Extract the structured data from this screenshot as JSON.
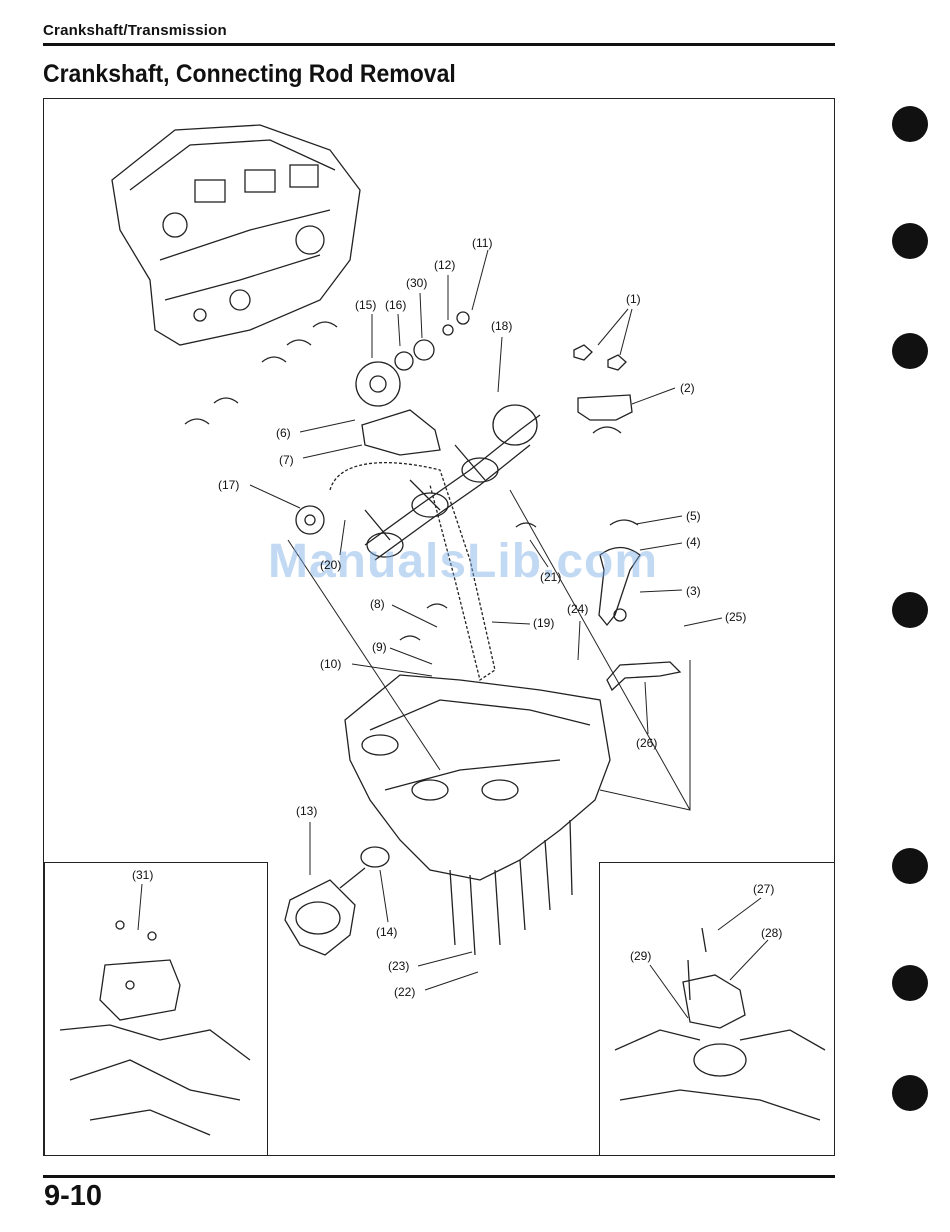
{
  "header": {
    "section": "Crankshaft/Transmission",
    "title": "Crankshaft, Connecting Rod Removal"
  },
  "footer": {
    "page_number": "9-10"
  },
  "watermark": "ManualsLib.com",
  "callouts": {
    "c1": "(1)",
    "c2": "(2)",
    "c3": "(3)",
    "c4": "(4)",
    "c5": "(5)",
    "c6": "(6)",
    "c7": "(7)",
    "c8": "(8)",
    "c9": "(9)",
    "c10": "(10)",
    "c11": "(11)",
    "c12": "(12)",
    "c13": "(13)",
    "c14": "(14)",
    "c15": "(15)",
    "c16": "(16)",
    "c17": "(17)",
    "c18": "(18)",
    "c19": "(19)",
    "c20": "(20)",
    "c21": "(21)",
    "c22": "(22)",
    "c23": "(23)",
    "c24": "(24)",
    "c25": "(25)",
    "c26": "(26)",
    "c27": "(27)",
    "c28": "(28)",
    "c29": "(29)",
    "c30": "(30)",
    "c31": "(31)"
  }
}
